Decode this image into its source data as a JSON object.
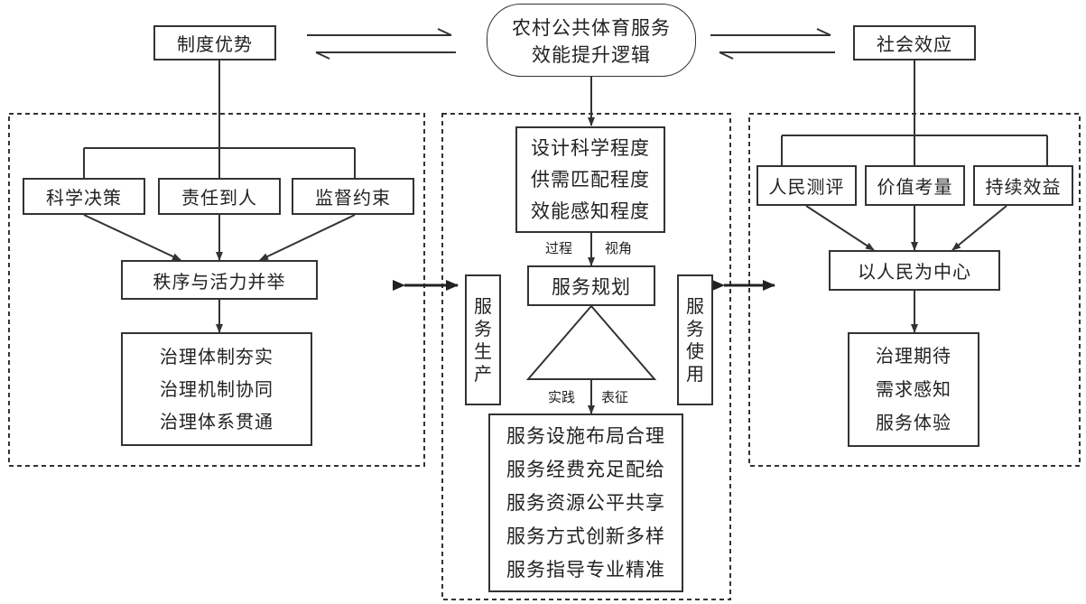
{
  "center": {
    "title": "农村公共体育服务\n效能提升逻辑",
    "title_line1": "农村公共体育服务",
    "title_line2": "效能提升逻辑",
    "degrees": [
      "设计科学程度",
      "供需匹配程度",
      "效能感知程度"
    ],
    "label_process": "过程",
    "label_view": "视角",
    "planning": "服务规划",
    "label_practice": "实践",
    "label_represent": "表征",
    "production": "服务生产",
    "usage": "服务使用",
    "outcomes": [
      "服务设施布局合理",
      "服务经费充足配给",
      "服务资源公平共享",
      "服务方式创新多样",
      "服务指导专业精准"
    ]
  },
  "left": {
    "title": "制度优势",
    "items": [
      "科学决策",
      "责任到人",
      "监督约束"
    ],
    "merge": "秩序与活力并举",
    "results": [
      "治理体制夯实",
      "治理机制协同",
      "治理体系贯通"
    ]
  },
  "right": {
    "title": "社会效应",
    "items": [
      "人民测评",
      "价值考量",
      "持续效益"
    ],
    "merge": "以人民为中心",
    "results": [
      "治理期待",
      "需求感知",
      "服务体验"
    ]
  }
}
